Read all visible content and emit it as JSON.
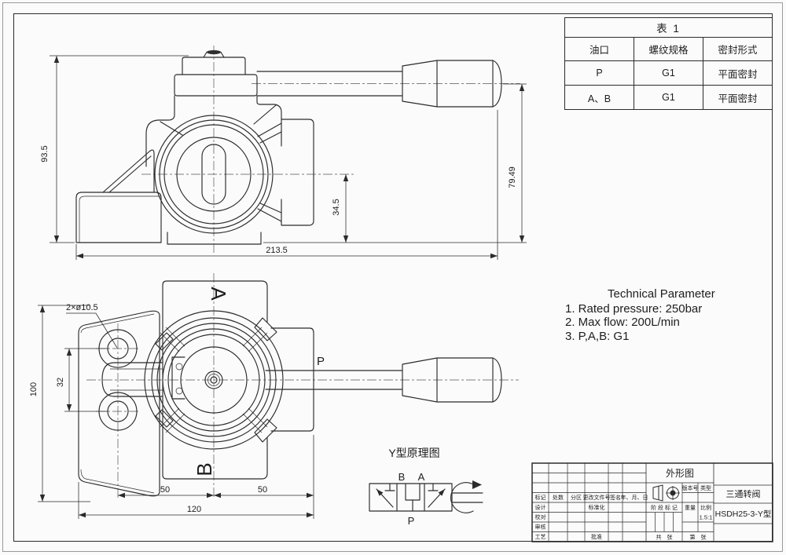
{
  "sheet": {
    "background": "#fbfbfb",
    "line_color": "#2b2b2b"
  },
  "table1": {
    "title": "表 1",
    "columns": [
      "油口",
      "螺纹规格",
      "密封形式"
    ],
    "rows": [
      [
        "P",
        "G1",
        "平面密封"
      ],
      [
        "A、B",
        "G1",
        "平面密封"
      ]
    ]
  },
  "tech_params": {
    "title": "Technical Parameter",
    "items": [
      "1. Rated pressure: 250bar",
      "2. Max flow: 200L/min",
      "3. P,A,B: G1"
    ]
  },
  "dims": {
    "side_height": "93.5",
    "side_width": "213.5",
    "port_offset": "34.5",
    "handle_height": "79.49",
    "front_height": "100",
    "hole_spacing": "32",
    "hole_note": "2×ø10.5",
    "port_left": "50",
    "port_right": "50",
    "front_width": "120"
  },
  "labels": {
    "port_a": "A",
    "port_b": "B",
    "port_p": "P"
  },
  "schematic": {
    "title": "Y型原理图",
    "port_b": "B",
    "port_a": "A",
    "port_p": "P"
  },
  "title_block": {
    "drawing_type": "外形图",
    "rev_headers": [
      "标记",
      "处数",
      "分区",
      "更改文件号",
      "签名",
      "年、月、日"
    ],
    "roles": [
      "设计",
      "校对",
      "审核",
      "工艺"
    ],
    "std_label": "标准化",
    "approve_label": "批准",
    "version_label": "版本号",
    "type_label": "类型",
    "stage_label": "阶 段 标 记",
    "weight_label": "重量",
    "scale_label": "比例",
    "scale_value": "1.5:1",
    "sheets_total": "共　张",
    "sheets_no": "第　张",
    "product": "三通转阀",
    "model": "HSDH25-3-Y型"
  }
}
